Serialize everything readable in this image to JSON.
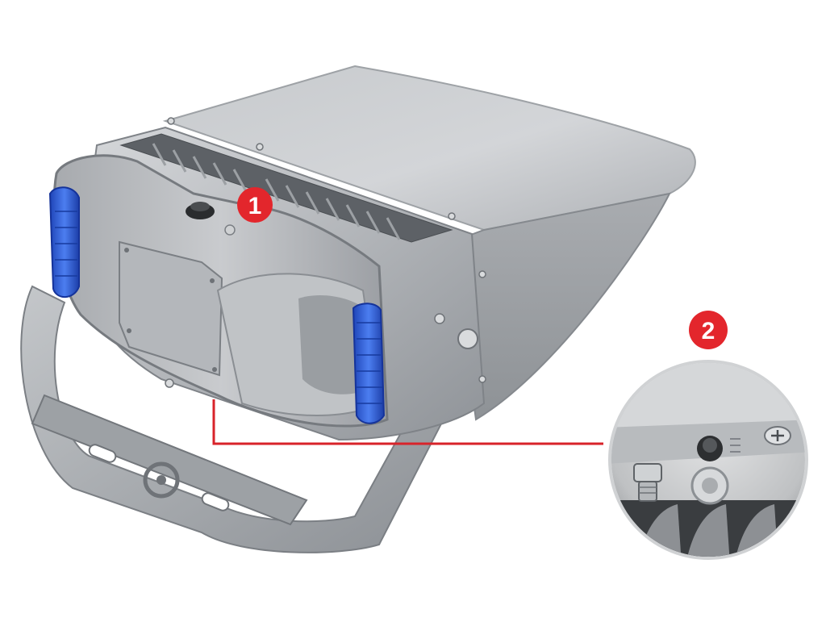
{
  "image": {
    "subject": "led-flood-light-product-photo",
    "colors": {
      "background": "#ffffff",
      "housing": "#b9bcc0",
      "housing_dark": "#8a8e93",
      "grip_accent": "#2f5fd6",
      "callout_red": "#e3262c",
      "callout_line": "#d8232a"
    }
  },
  "callouts": [
    {
      "label": "1"
    },
    {
      "label": "2"
    }
  ],
  "detail_inset": {
    "icons": [
      "plus-screw-icon",
      "breather-valve-icon",
      "cable-gland-icon"
    ]
  }
}
